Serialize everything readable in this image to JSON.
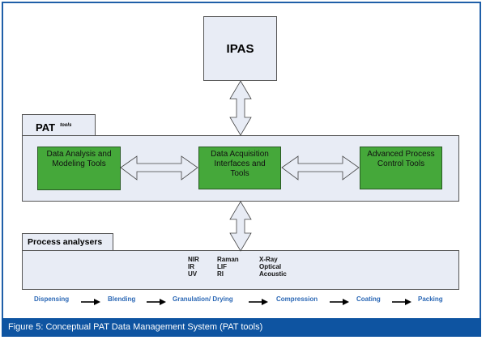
{
  "ipas": {
    "label": "IPAS"
  },
  "pat_tools": {
    "tab_label": "PAT",
    "tab_superscript": "tools",
    "boxes": [
      {
        "label": "Data Analysis and Modeling Tools"
      },
      {
        "label": "Data Acquisition Interfaces and Tools"
      },
      {
        "label": "Advanced Process Control Tools"
      }
    ]
  },
  "process_analysers": {
    "tab_label": "Process analysers",
    "columns": [
      [
        "NIR",
        "IR",
        "UV"
      ],
      [
        "Raman",
        "LIF",
        "RI"
      ],
      [
        "X-Ray",
        "Optical",
        "Acoustic"
      ]
    ]
  },
  "process_flow": [
    "Dispensing",
    "Blending",
    "Granulation/ Drying",
    "Compression",
    "Coating",
    "Packing"
  ],
  "caption": "Figure 5: Conceptual PAT Data Management System (PAT tools)",
  "colors": {
    "frame": "#1f5fa8",
    "caption_bg": "#0e54a1",
    "tool_box": "#45a83a",
    "panel": "#e8ecf5",
    "flow_text": "#2a67b5"
  }
}
